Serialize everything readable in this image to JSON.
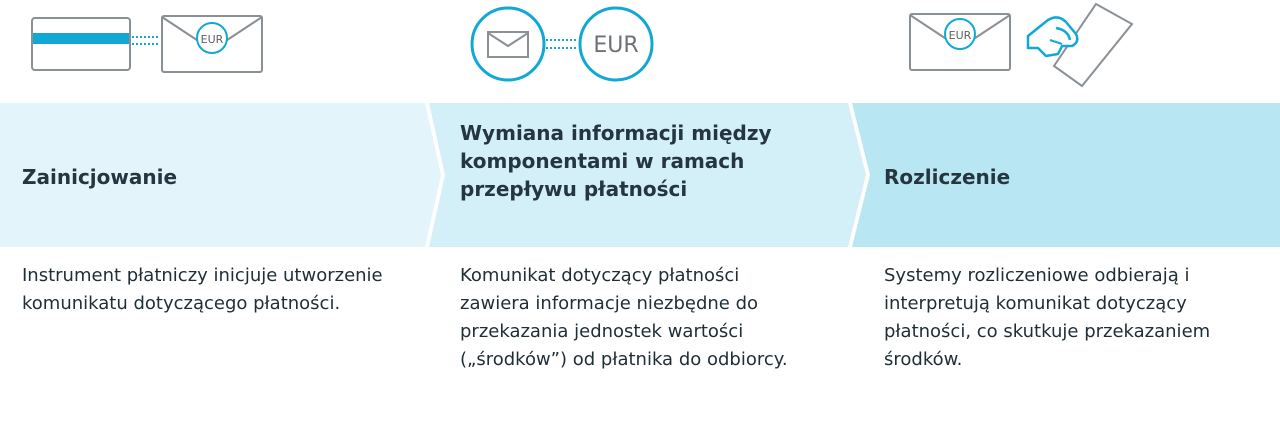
{
  "stages": [
    {
      "title": "Zainicjowanie",
      "description": "Instrument płatniczy inicjuje utworzenie komunikatu dotyczącego płatności.",
      "icon_text": "EUR"
    },
    {
      "title": "Wymiana informacji między komponentami w ramach przepływu płatności",
      "description": "Komunikat dotyczący płatności zawiera informacje niezbędne do przekazania jednostek wartości („środków”) od płatnika do odbiorcy.",
      "icon_text": "EUR"
    },
    {
      "title": "Rozliczenie",
      "description": "Systemy rozliczeniowe odbierają i interpretują komunikat dotyczący płatności, co skutkuje przekazaniem środków.",
      "icon_text": "EUR"
    }
  ],
  "colors": {
    "band_light": "#e3f4fa",
    "band_mid": "#d3eff8",
    "band_dark": "#b9e6f3",
    "accent": "#12a8d6",
    "icon_gray": "#8a9196"
  },
  "icons": [
    "card-icon",
    "envelope-icon",
    "envelope-circle-icon",
    "eur-circle-icon",
    "hand-card-icon"
  ]
}
